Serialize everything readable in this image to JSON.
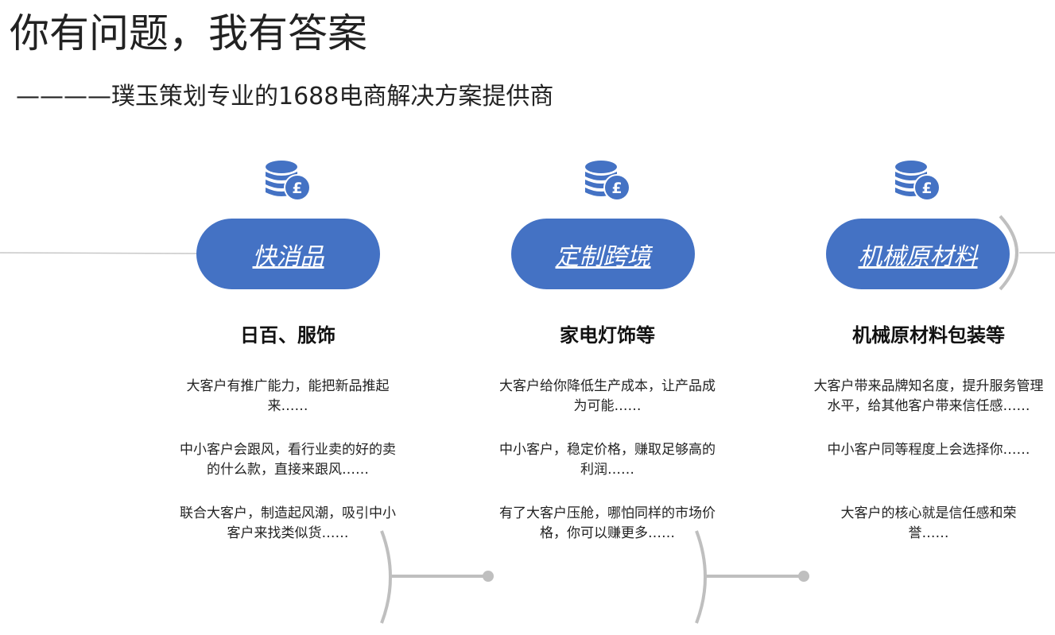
{
  "header": {
    "title": "你有问题，我有答案",
    "subtitle": "————璞玉策划专业的1688电商解决方案提供商"
  },
  "colors": {
    "accent": "#4472c4",
    "line": "#c0c0c0"
  },
  "columns": [
    {
      "icon": "coin-stack-pound-icon",
      "pill": "快消品",
      "heading": "日百、服饰",
      "paragraphs": [
        "大客户有推广能力，能把新品推起来……",
        "中小客户会跟风，看行业卖的好的卖的什么款，直接来跟风……",
        "联合大客户，制造起风潮，吸引中小客户来找类似货……"
      ]
    },
    {
      "icon": "coin-stack-pound-icon",
      "pill": "定制跨境",
      "heading": "家电灯饰等",
      "paragraphs": [
        "大客户给你降低生产成本，让产品成为可能……",
        "中小客户，稳定价格，赚取足够高的利润……",
        "有了大客户压舱，哪怕同样的市场价格，你可以赚更多……"
      ]
    },
    {
      "icon": "coin-stack-pound-icon",
      "pill": "机械原材料",
      "heading": "机械原材料包装等",
      "paragraphs": [
        "大客户带来品牌知名度，提升服务管理水平，给其他客户带来信任感……",
        "中小客户同等程度上会选择你……",
        "大客户的核心就是信任感和荣誉……"
      ]
    }
  ]
}
